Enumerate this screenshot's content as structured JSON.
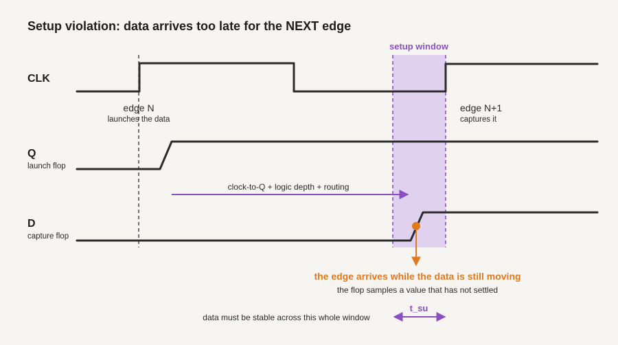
{
  "title": "Setup violation: data arrives too late for the NEXT edge",
  "signals": {
    "clk": {
      "name": "CLK"
    },
    "q": {
      "name": "Q",
      "sub": "launch flop"
    },
    "d": {
      "name": "D",
      "sub": "capture flop"
    }
  },
  "edges": {
    "n": {
      "title": "edge N",
      "sub": "launches the data"
    },
    "n1": {
      "title": "edge N+1",
      "sub": "captures it"
    }
  },
  "setup_window_label": "setup window",
  "path_label": "clock-to-Q + logic depth + routing",
  "violation": {
    "headline": "the edge arrives while the data is still moving",
    "detail": "the flop samples a value that has not settled"
  },
  "tsu": {
    "label": "t_su",
    "note": "data must be stable across this whole window"
  },
  "colors": {
    "purple": "#8a4fc2",
    "window_fill": "#dccbee",
    "orange": "#e07a1f",
    "ink": "#2b2b2b",
    "background": "#f6f5f2"
  }
}
